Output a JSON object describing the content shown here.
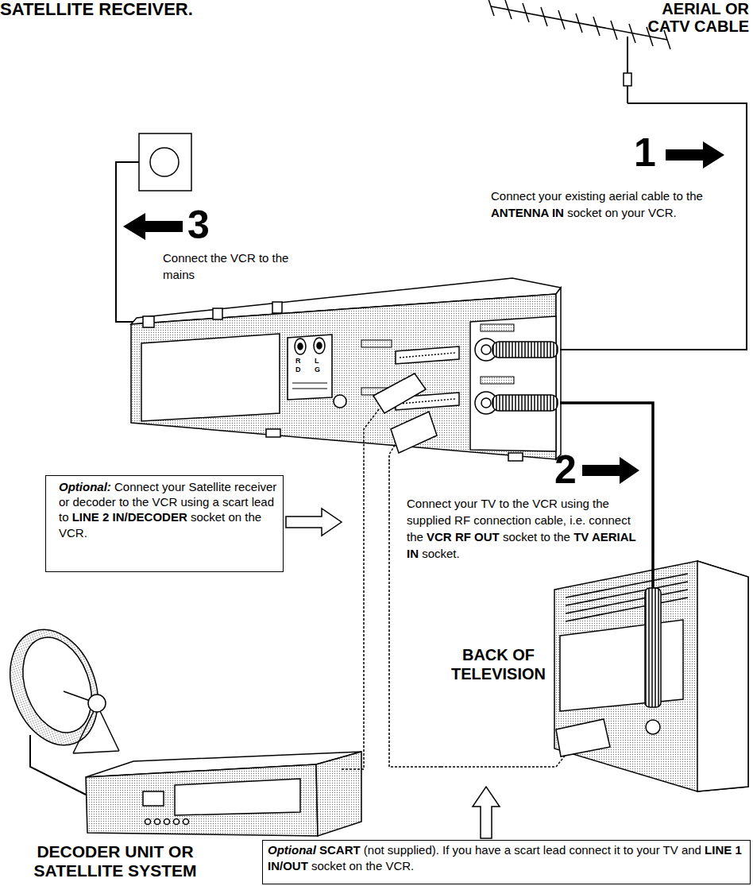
{
  "diagram": {
    "title": "SATELLITE RECEIVER.",
    "nodes": [
      {
        "text": [
          "AERIAL OR CATV CABLE"
        ]
      },
      {
        "text": [
          "R",
          "D",
          "L",
          "G"
        ]
      },
      {
        "text": [
          "Optional: Connect your Satellite receiver or decoder to the VCR using a scart lead to LINE 2 IN/DECODER socket on the VCR."
        ]
      },
      {
        "text": [
          "BACK OF TELEVISION"
        ]
      },
      {
        "text": [
          "DECODER UNIT OR SATELLITE SYSTEM"
        ]
      },
      {
        "text": [
          "Optional SCART (not supplied). If you have a scart lead connect it to your TV and LINE 1 IN/OUT socket on the VCR."
        ]
      }
    ],
    "edges": [
      {
        "from": 0,
        "to": 1,
        "arrow": "none"
      },
      {
        "from": 1,
        "to": 3,
        "arrow": "none"
      },
      {
        "from": 4,
        "to": 1,
        "arrow": "none"
      },
      {
        "from": 3,
        "to": 1,
        "arrow": "none"
      }
    ],
    "labels": [
      "1",
      "Connect your existing aerial cable to the ANTENNA IN socket on your VCR.",
      "3",
      "Connect the VCR to the mains",
      "2",
      "Connect your TV to the VCR using the supplied RF connection cable, i.e. connect the VCR RF OUT socket to the TV AERIAL IN socket."
    ]
  }
}
